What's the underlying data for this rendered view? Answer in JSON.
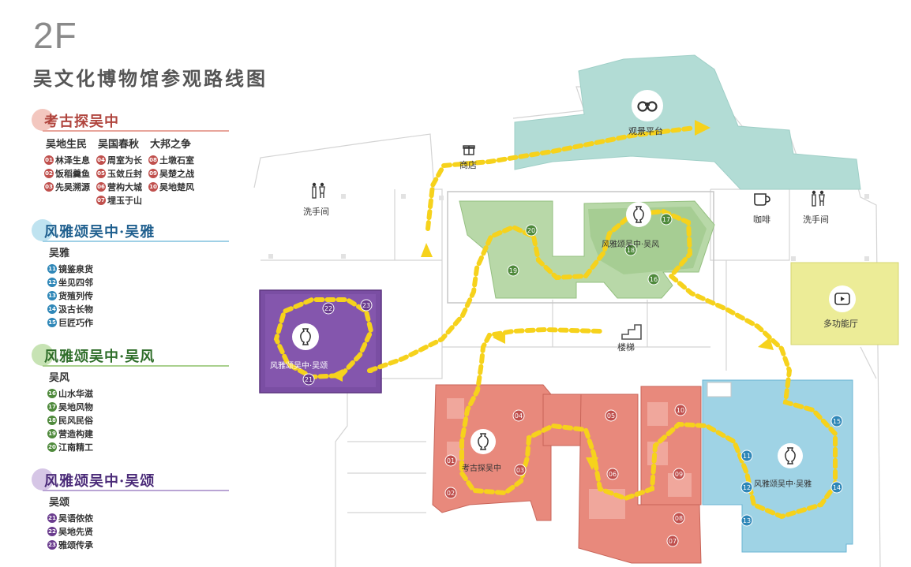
{
  "header": {
    "floor": "2F",
    "title": "吴文化博物馆参观路线图"
  },
  "colors": {
    "archaeology": "#c0504d",
    "fengya": "#2f87b8",
    "wufeng": "#4f8a3c",
    "wusong": "#6a3c8e",
    "route": "#f6d21c"
  },
  "legend": {
    "archaeology": {
      "title": "考古探吴中",
      "columns": [
        {
          "heading": "吴地生民",
          "items": [
            {
              "n": "01",
              "t": "林泽生息"
            },
            {
              "n": "02",
              "t": "饭稻羹鱼"
            },
            {
              "n": "03",
              "t": "先吴溯源"
            }
          ]
        },
        {
          "heading": "吴国春秋",
          "items": [
            {
              "n": "04",
              "t": "周室为长"
            },
            {
              "n": "05",
              "t": "玉敛丘封"
            },
            {
              "n": "06",
              "t": "营构大城"
            },
            {
              "n": "07",
              "t": "埋玉于山"
            }
          ]
        },
        {
          "heading": "大邦之争",
          "items": [
            {
              "n": "08",
              "t": "土墩石室"
            },
            {
              "n": "09",
              "t": "吴楚之战"
            },
            {
              "n": "10",
              "t": "吴地楚风"
            }
          ]
        }
      ]
    },
    "wuya": {
      "title": "风雅颂吴中·吴雅",
      "heading": "吴雅",
      "items": [
        {
          "n": "11",
          "t": "镜鉴泉货"
        },
        {
          "n": "12",
          "t": "坐见四邻"
        },
        {
          "n": "13",
          "t": "货殖列传"
        },
        {
          "n": "14",
          "t": "汲古长物"
        },
        {
          "n": "15",
          "t": "巨匠巧作"
        }
      ]
    },
    "wufeng": {
      "title": "风雅颂吴中·吴风",
      "heading": "吴风",
      "items": [
        {
          "n": "16",
          "t": "山水华滋"
        },
        {
          "n": "17",
          "t": "吴地风物"
        },
        {
          "n": "18",
          "t": "民风民俗"
        },
        {
          "n": "19",
          "t": "营造构建"
        },
        {
          "n": "20",
          "t": "江南精工"
        }
      ]
    },
    "wusong": {
      "title": "风雅颂吴中·吴颂",
      "heading": "吴颂",
      "items": [
        {
          "n": "21",
          "t": "吴语侬侬"
        },
        {
          "n": "22",
          "t": "吴地先贤"
        },
        {
          "n": "23",
          "t": "雅颂传承"
        }
      ]
    }
  },
  "map": {
    "labels": {
      "observation": "观景平台",
      "shop": "商店",
      "restroom_left": "洗手间",
      "restroom_right": "洗手间",
      "coffee": "咖啡",
      "multi": "多功能厅",
      "stairs": "楼梯",
      "hall_archaeology": "考古探吴中",
      "hall_wuya": "风雅颂吴中·吴雅",
      "hall_wufeng": "风雅颂吴中·吴风",
      "hall_wusong": "风雅颂吴中·吴颂"
    },
    "markers": [
      {
        "n": "01",
        "hall": "archaeology"
      },
      {
        "n": "02",
        "hall": "archaeology"
      },
      {
        "n": "03",
        "hall": "archaeology"
      },
      {
        "n": "04",
        "hall": "archaeology"
      },
      {
        "n": "05",
        "hall": "archaeology"
      },
      {
        "n": "06",
        "hall": "archaeology"
      },
      {
        "n": "07",
        "hall": "archaeology"
      },
      {
        "n": "08",
        "hall": "archaeology"
      },
      {
        "n": "09",
        "hall": "archaeology"
      },
      {
        "n": "10",
        "hall": "archaeology"
      },
      {
        "n": "11",
        "hall": "fengya"
      },
      {
        "n": "12",
        "hall": "fengya"
      },
      {
        "n": "13",
        "hall": "fengya"
      },
      {
        "n": "14",
        "hall": "fengya"
      },
      {
        "n": "15",
        "hall": "fengya"
      },
      {
        "n": "16",
        "hall": "wufeng"
      },
      {
        "n": "17",
        "hall": "wufeng"
      },
      {
        "n": "18",
        "hall": "wufeng"
      },
      {
        "n": "19",
        "hall": "wufeng"
      },
      {
        "n": "20",
        "hall": "wufeng"
      },
      {
        "n": "21",
        "hall": "wusong"
      },
      {
        "n": "22",
        "hall": "wusong"
      },
      {
        "n": "23",
        "hall": "wusong"
      }
    ]
  }
}
